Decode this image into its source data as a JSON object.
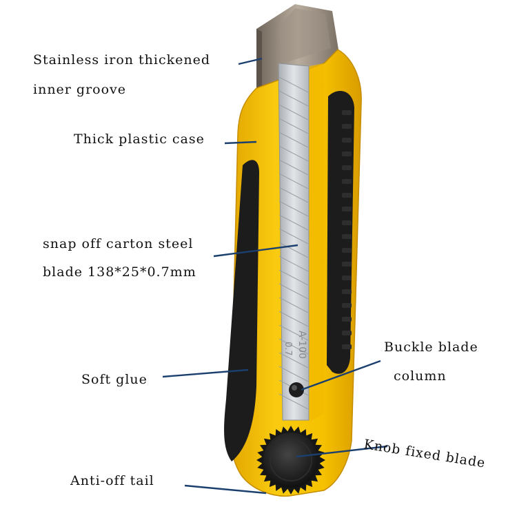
{
  "labels": {
    "inner_groove_line1": "Stainless iron thickened",
    "inner_groove_line2": "inner groove",
    "plastic_case": "Thick plastic case",
    "blade_line1": "snap off carton steel",
    "blade_line2": "blade 138*25*0.7mm",
    "soft_glue": "Soft glue",
    "buckle_line1": "Buckle blade",
    "buckle_line2": "column",
    "knob": "Knob fixed blade",
    "tail": "Anti-off tail"
  },
  "blade_marking": {
    "model": "A-100",
    "thickness": "0.7"
  },
  "colors": {
    "case_yellow": "#f6c200",
    "case_shadow": "#d99c00",
    "grip_black": "#1c1c1c",
    "blade_silver": "#c9cdd1",
    "groove_steel": "#8c8276",
    "leader_blue": "#1b3f6e"
  }
}
